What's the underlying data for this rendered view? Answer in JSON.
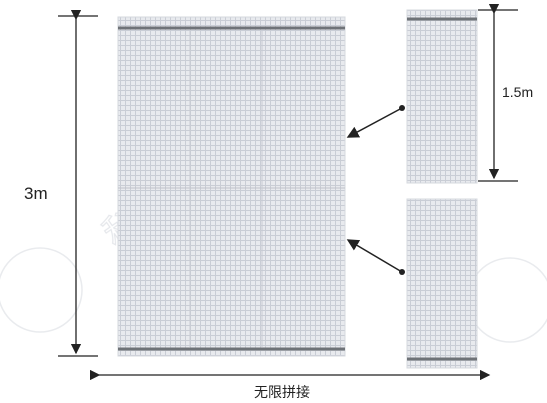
{
  "labels": {
    "total_height": "3m",
    "module_height": "1.5m",
    "caption": "无限拼接"
  },
  "colors": {
    "dimension_line": "#222222",
    "screen_fill": "#e6e8ec",
    "screen_grid": "#c5c9d1",
    "rail": "#6f7378",
    "watermark": "#d3d6dc"
  },
  "icons": {
    "watermark": "company-logo-watermark"
  }
}
